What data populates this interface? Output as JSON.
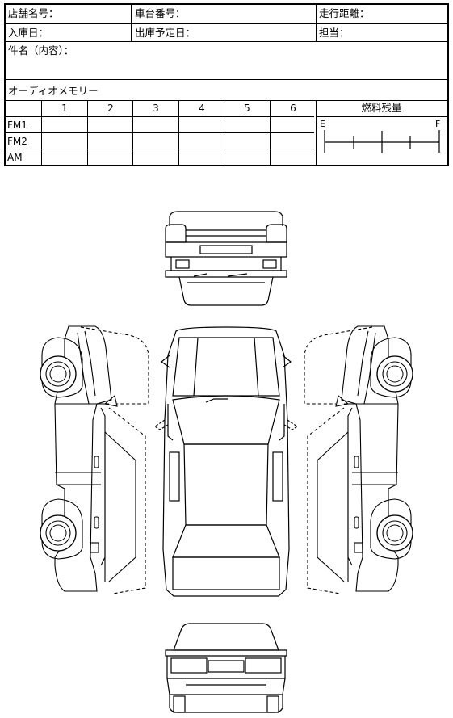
{
  "header": {
    "store_name": "店舗名号：",
    "vehicle_number": "車台番号：",
    "mileage": "走行距離：",
    "entry_date": "入庫日：",
    "planned_exit_date": "出庫予定日：",
    "staff": "担当：",
    "subject": "件名（内容）："
  },
  "audio_memory": {
    "title": "オーディオメモリー",
    "columns": [
      "1",
      "2",
      "3",
      "4",
      "5",
      "6"
    ],
    "rows": [
      "FM1",
      "FM2",
      "AM"
    ]
  },
  "fuel": {
    "title": "燃料残量",
    "empty_label": "E",
    "full_label": "F"
  }
}
